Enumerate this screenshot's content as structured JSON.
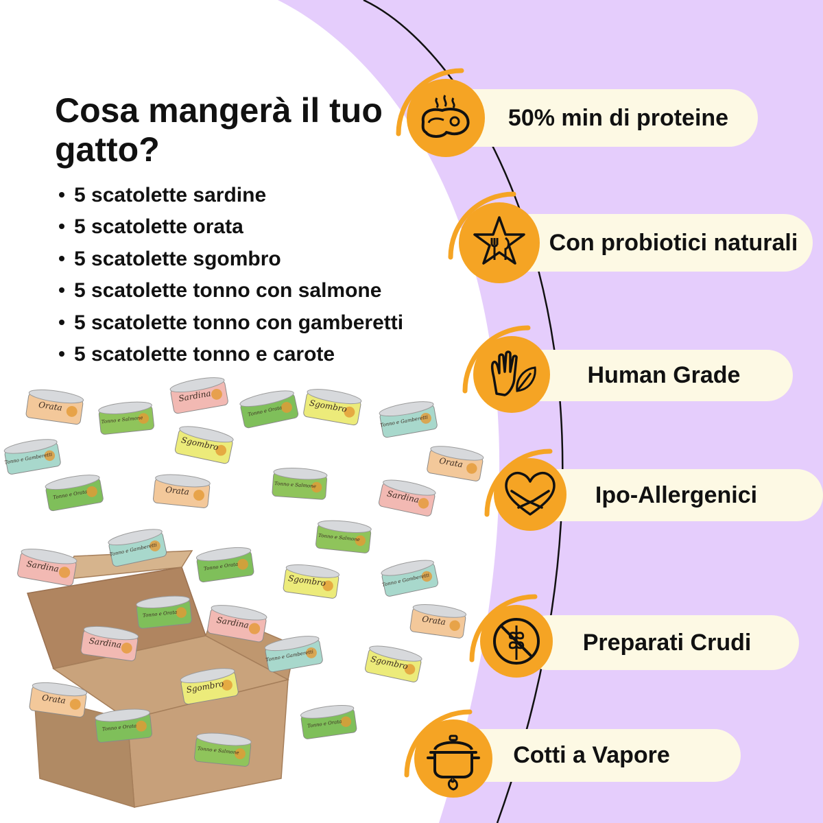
{
  "title": "Cosa mangerà il tuo gatto?",
  "contents": [
    "5 scatolette sardine",
    "5 scatolette orata",
    "5 scatolette sgombro",
    "5 scatolette tonno con salmone",
    "5 scatolette tonno con gamberetti",
    "5 scatolette tonno e carote"
  ],
  "features": [
    {
      "label": "50% min di proteine",
      "icon": "steak-icon"
    },
    {
      "label": "Con probiotici naturali",
      "icon": "star-cutlery-icon"
    },
    {
      "label": "Human Grade",
      "icon": "hand-leaf-icon"
    },
    {
      "label": "Ipo-Allergenici",
      "icon": "heart-hug-icon"
    },
    {
      "label": "Preparati Crudi",
      "icon": "no-grain-icon"
    },
    {
      "label": "Cotti a Vapore",
      "icon": "steam-pot-icon"
    }
  ],
  "cans": [
    {
      "label": "Orata",
      "color": "#f3c89a"
    },
    {
      "label": "Tonno e Salmone",
      "color": "#8fc45b"
    },
    {
      "label": "Sardina",
      "color": "#f2b9b3"
    },
    {
      "label": "Tonno e Orata",
      "color": "#7fbf5a"
    },
    {
      "label": "Sgombro",
      "color": "#eceb7a"
    },
    {
      "label": "Tonno e Gamberetti",
      "color": "#a8d8cc"
    }
  ],
  "colors": {
    "accent": "#f5a424",
    "lavender": "#e5cdfc",
    "pill": "#fdf9e4",
    "box": "#c9a37c"
  }
}
